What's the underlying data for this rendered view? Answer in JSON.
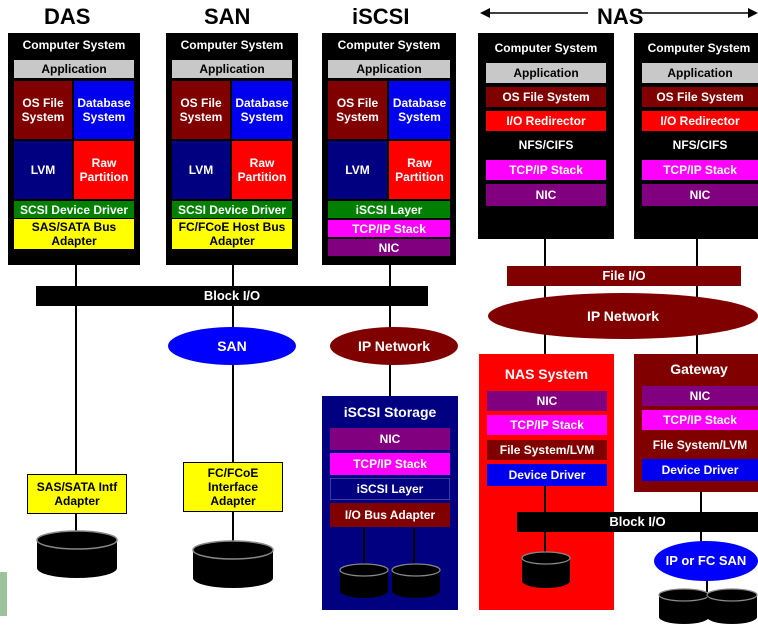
{
  "headers": {
    "das": "DAS",
    "san": "SAN",
    "iscsi": "iSCSI",
    "nas": "NAS"
  },
  "das": {
    "title": "Computer System",
    "application": "Application",
    "os_fs": "OS File System",
    "database": "Database System",
    "lvm": "LVM",
    "raw": "Raw Partition",
    "scsi": "SCSI Device Driver",
    "adapter": "SAS/SATA Bus Adapter",
    "intf_adapter": "SAS/SATA Intf Adapter"
  },
  "san": {
    "title": "Computer System",
    "application": "Application",
    "os_fs": "OS File System",
    "database": "Database System",
    "lvm": "LVM",
    "raw": "Raw Partition",
    "scsi": "SCSI Device Driver",
    "adapter": "FC/FCoE Host Bus Adapter",
    "network": "SAN",
    "intf_adapter": "FC/FCoE Interface Adapter"
  },
  "iscsi": {
    "title": "Computer System",
    "application": "Application",
    "os_fs": "OS File System",
    "database": "Database System",
    "lvm": "LVM",
    "raw": "Raw Partition",
    "layer": "iSCSI Layer",
    "tcp": "TCP/IP Stack",
    "nic": "NIC",
    "network": "IP Network",
    "storage": {
      "title": "iSCSI Storage",
      "nic": "NIC",
      "tcp": "TCP/IP Stack",
      "layer": "iSCSI Layer",
      "adapter": "I/O Bus Adapter"
    }
  },
  "nas": {
    "client1": {
      "title": "Computer System",
      "application": "Application",
      "os_fs": "OS File System",
      "redirector": "I/O Redirector",
      "nfs": "NFS/CIFS",
      "tcp": "TCP/IP Stack",
      "nic": "NIC"
    },
    "client2": {
      "title": "Computer System",
      "application": "Application",
      "os_fs": "OS File System",
      "redirector": "I/O Redirector",
      "nfs": "NFS/CIFS",
      "tcp": "TCP/IP Stack",
      "nic": "NIC"
    },
    "file_io": "File I/O",
    "network": "IP Network",
    "system": {
      "title": "NAS System",
      "nic": "NIC",
      "tcp": "TCP/IP Stack",
      "fs": "File System/LVM",
      "driver": "Device Driver"
    },
    "gateway": {
      "title": "Gateway",
      "nic": "NIC",
      "tcp": "TCP/IP Stack",
      "fs": "File System/LVM",
      "driver": "Device Driver"
    },
    "block_io": "Block I/O",
    "san": "IP or FC SAN"
  },
  "block_io": "Block I/O",
  "colors": {
    "app": "#c8c8c8",
    "os_fs": "#800000",
    "database": "#0000ee",
    "lvm": "#000080",
    "raw": "#ff0000",
    "scsi": "#008000",
    "adapter": "#ffff00",
    "tcp": "#ff00ff",
    "nic": "#800080",
    "san_ellipse": "#0000ff",
    "ip_network": "#800000",
    "iscsi_storage": "#000080",
    "nas_system": "#ff0000",
    "gateway": "#800000"
  }
}
